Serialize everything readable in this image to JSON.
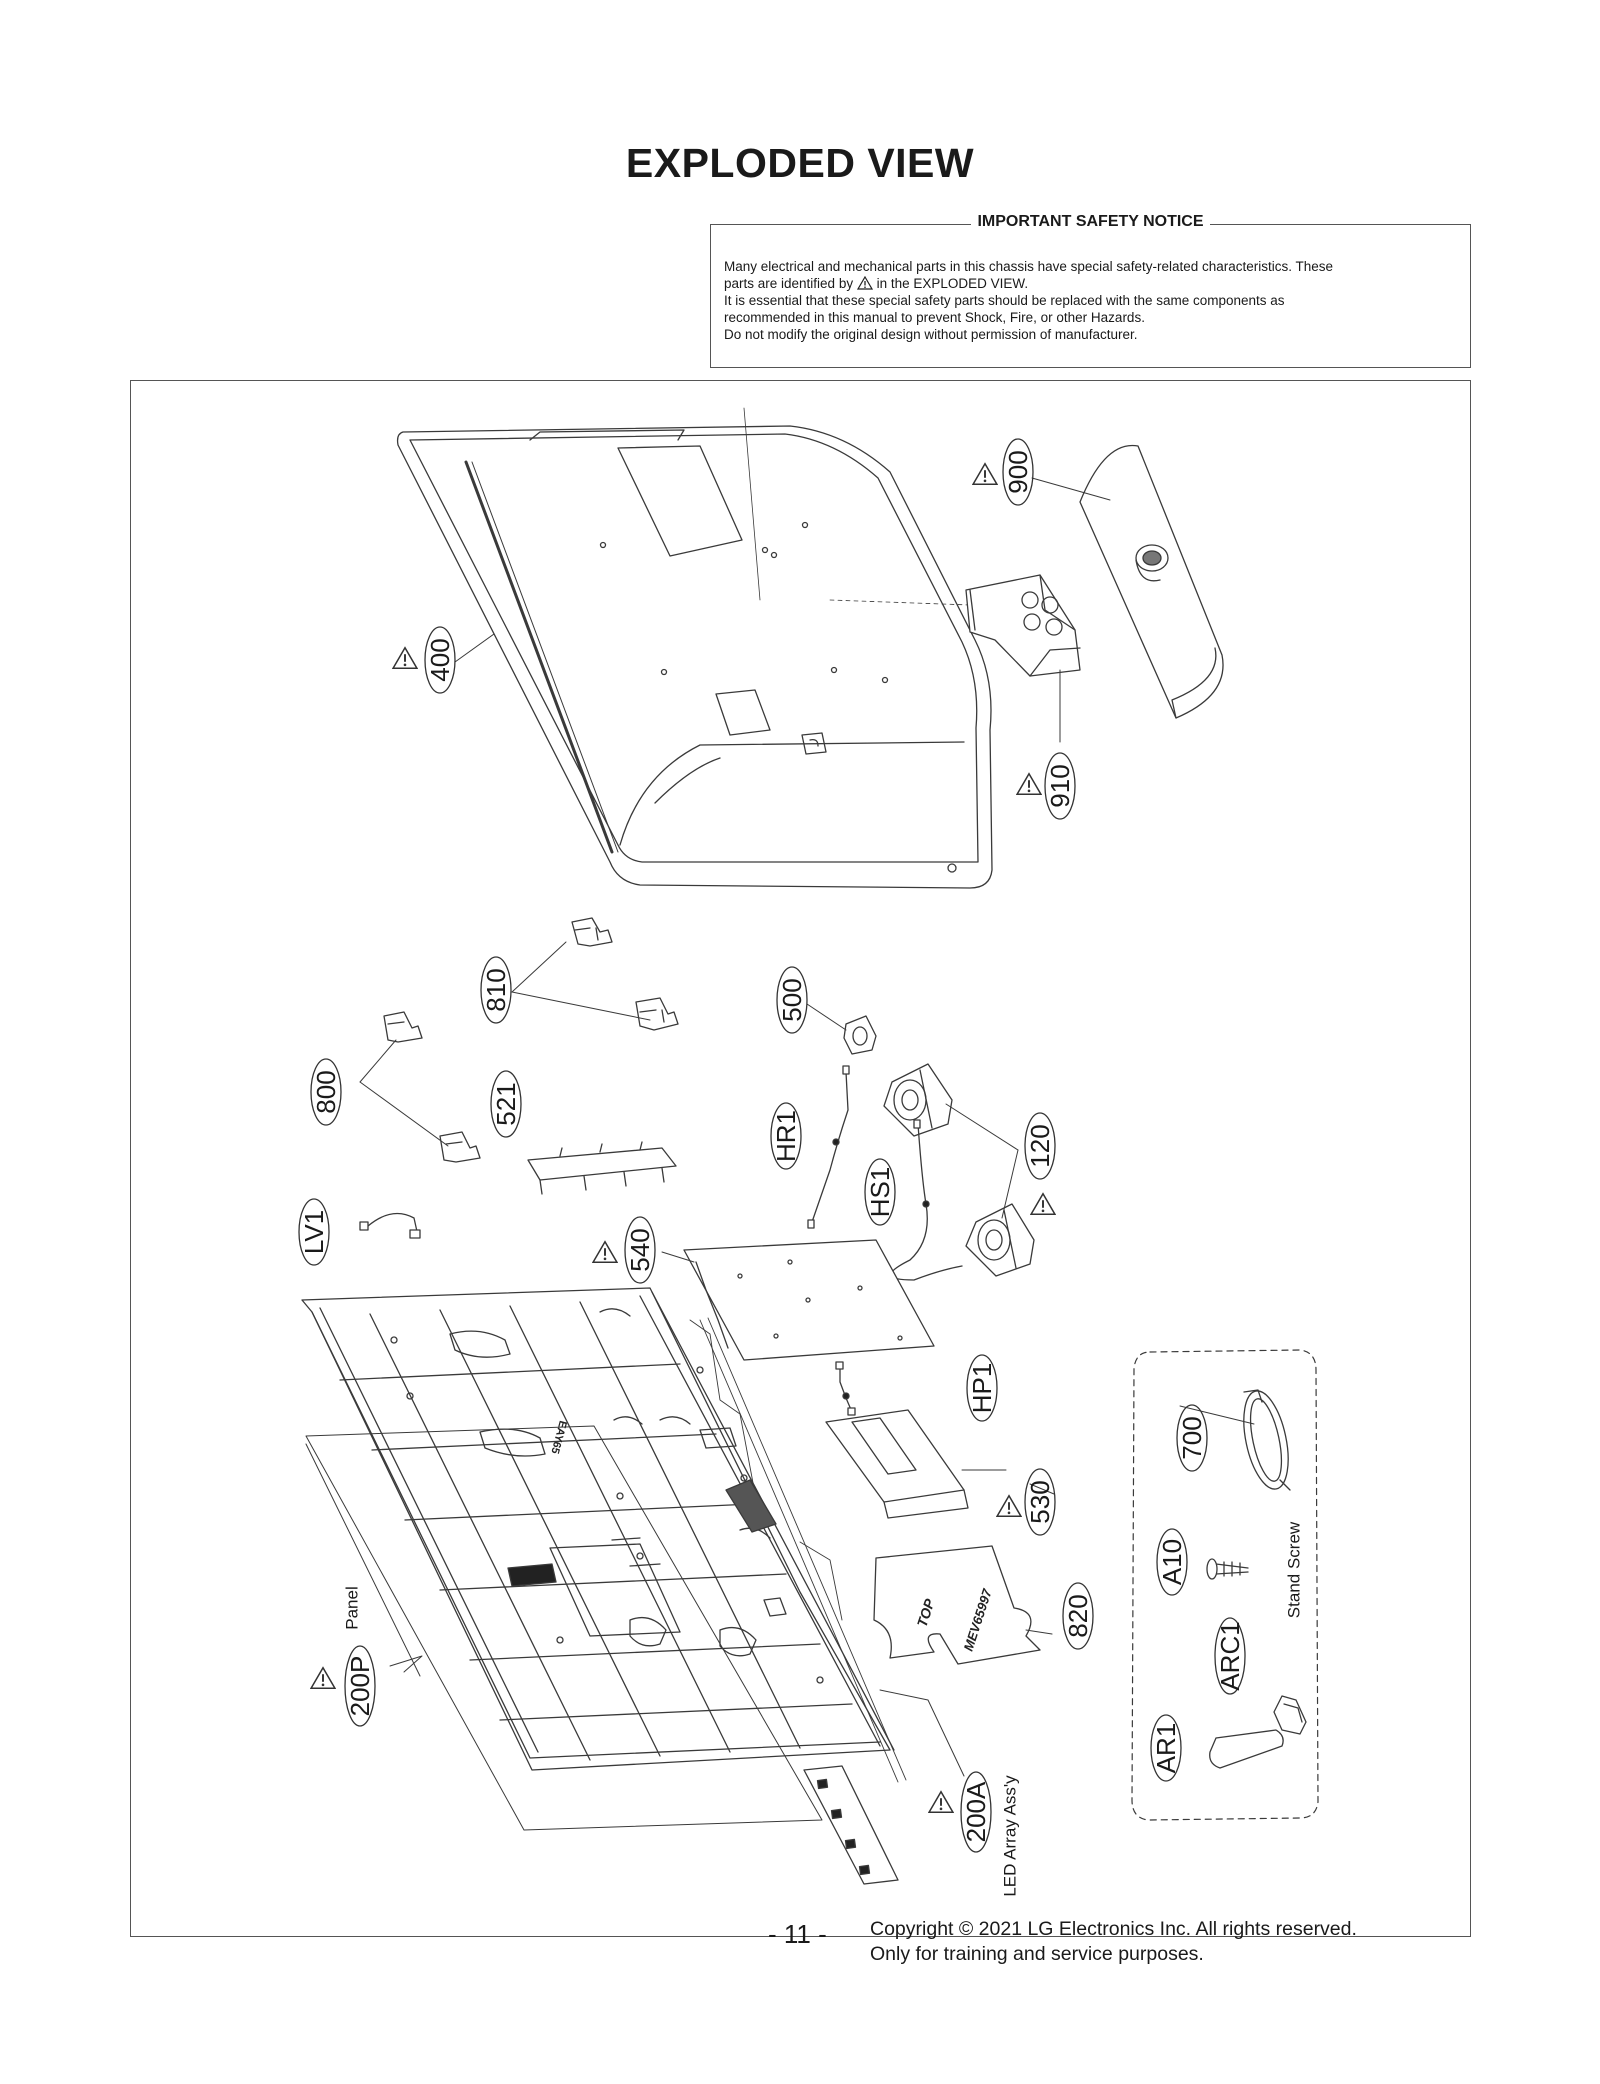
{
  "title": "EXPLODED VIEW",
  "notice": {
    "heading": "IMPORTANT SAFETY NOTICE",
    "line1": "Many electrical and mechanical parts in this chassis have special safety-related characteristics. These",
    "line2a": "parts are identified by",
    "line2b": "in the EXPLODED VIEW.",
    "line3": "It is essential that these special safety parts should be replaced with the same components as",
    "line4": "recommended in this manual to prevent Shock, Fire, or other Hazards.",
    "line5": "Do not modify the original design without permission of manufacturer."
  },
  "parts": {
    "p900": "900",
    "p400": "400",
    "p910": "910",
    "p810": "810",
    "p500": "500",
    "p800": "800",
    "p521": "521",
    "pHR1": "HR1",
    "p120": "120",
    "pHS1": "HS1",
    "pLV1": "LV1",
    "p540": "540",
    "pHP1": "HP1",
    "p700": "700",
    "p530": "530",
    "pA10": "A10",
    "p820": "820",
    "pARC1": "ARC1",
    "p200P": "200P",
    "p200A": "200A",
    "pAR1": "AR1"
  },
  "captions": {
    "panel": "Panel",
    "led": "LED Array Ass'y",
    "stand_screw": "Stand Screw"
  },
  "marks": {
    "guide_top": "TOP",
    "guide_code": "MEV65997",
    "chassis_code": "EAY65"
  },
  "footer": {
    "page": "- 11 -",
    "copyright": "Copyright © 2021 LG Electronics Inc. All rights reserved.",
    "training": "Only for training and service purposes."
  }
}
